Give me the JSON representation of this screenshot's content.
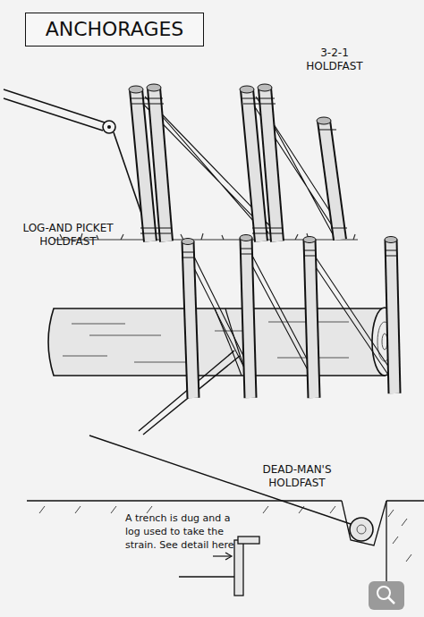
{
  "diagram": {
    "title": "ANCHORAGES",
    "labels": [
      "3-2-1 HOLDFAST",
      "LOG-AND PICKET HOLDFAST",
      "DEAD-MAN'S HOLDFAST",
      "A trench is dug and a log used to take the strain. See detail here"
    ]
  }
}
